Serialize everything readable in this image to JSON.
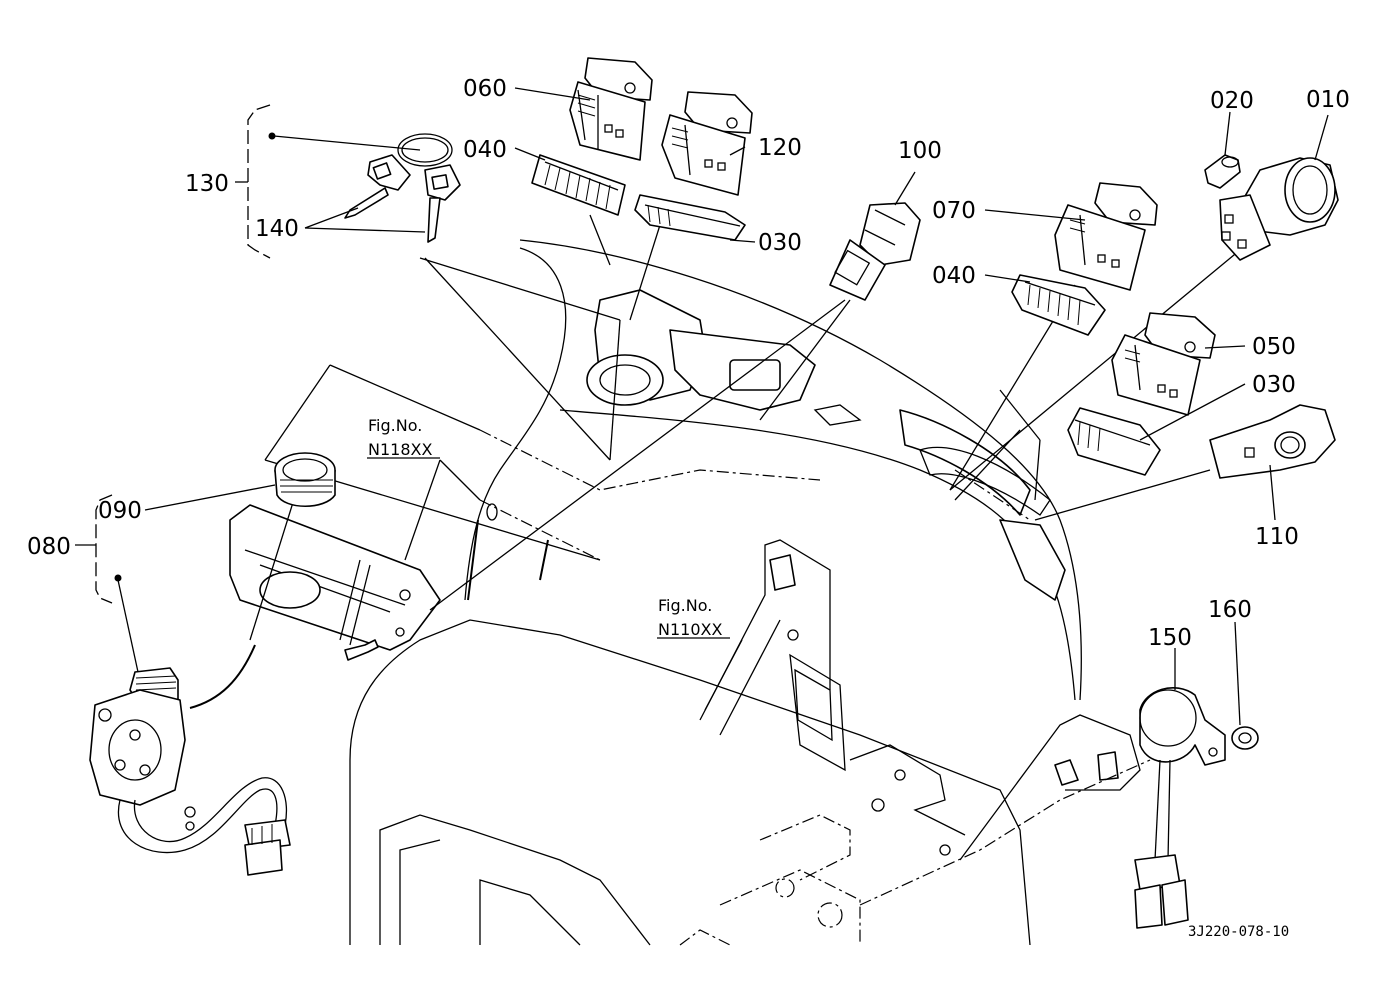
{
  "labels": {
    "p010": "010",
    "p020": "020",
    "p030a": "030",
    "p030b": "030",
    "p040a": "040",
    "p040b": "040",
    "p050": "050",
    "p060": "060",
    "p070": "070",
    "p080": "080",
    "p090": "090",
    "p100": "100",
    "p110": "110",
    "p120": "120",
    "p130": "130",
    "p140": "140",
    "p150": "150",
    "p160": "160"
  },
  "figure_refs": {
    "ref1_title": "Fig.No.",
    "ref1_code": "N118XX",
    "ref2_title": "Fig.No.",
    "ref2_code": "N110XX"
  },
  "drawing_code": "3J220-078-10"
}
